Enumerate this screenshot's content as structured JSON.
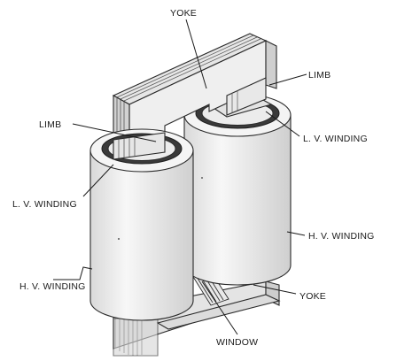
{
  "labels": {
    "yoke_top": "YOKE",
    "limb_right": "LIMB",
    "limb_left": "LIMB",
    "lv_winding_right": "L. V. WINDING",
    "lv_winding_left": "L. V. WINDING",
    "hv_winding_right": "H. V. WINDING",
    "hv_winding_left": "H. V. WINDING",
    "yoke_bottom": "YOKE",
    "window": "WINDOW"
  },
  "colors": {
    "line": "#2a2a2a",
    "cylinder_fill": "#f2f2f2",
    "core_fill": "#e8e8e8",
    "lv_ring": "#3a3a3a",
    "background": "#ffffff"
  }
}
